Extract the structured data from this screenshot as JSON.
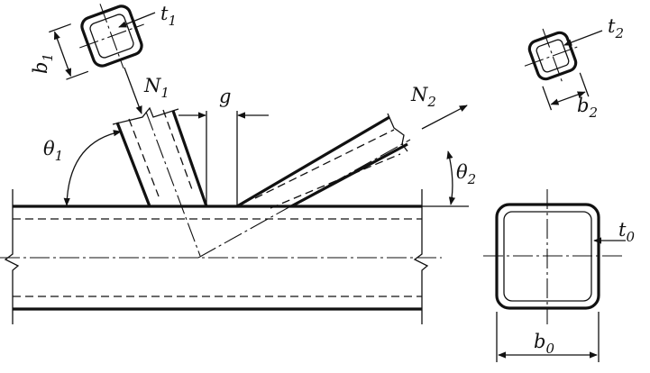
{
  "labels": {
    "t1": {
      "main": "t",
      "sub": "1"
    },
    "t2": {
      "main": "t",
      "sub": "2"
    },
    "t0": {
      "main": "t",
      "sub": "0"
    },
    "b1": {
      "main": "b",
      "sub": "1"
    },
    "b2": {
      "main": "b",
      "sub": "2"
    },
    "b0": {
      "main": "b",
      "sub": "0"
    },
    "N1": {
      "main": "N",
      "sub": "1"
    },
    "N2": {
      "main": "N",
      "sub": "2"
    },
    "theta1": {
      "main": "θ",
      "sub": "1"
    },
    "theta2": {
      "main": "θ",
      "sub": "2"
    },
    "g": {
      "main": "g",
      "sub": ""
    }
  }
}
